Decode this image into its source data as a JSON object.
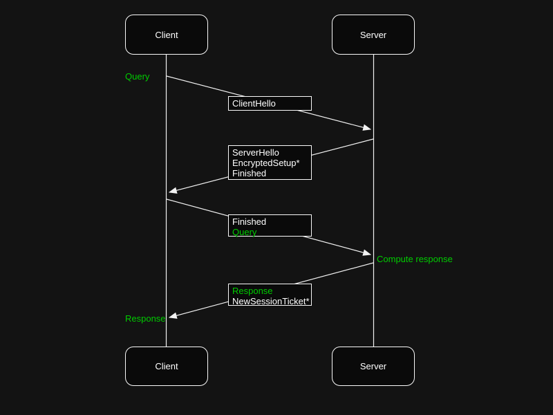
{
  "diagram": {
    "type": "sequence-diagram",
    "colors": {
      "background": "#131313",
      "node_fill": "#0a0a0a",
      "stroke": "#fafafa",
      "text": "#ffffff",
      "accent_green": "#00cc00"
    },
    "actors": [
      {
        "label": "Client"
      },
      {
        "label": "Server"
      }
    ],
    "messages": [
      {
        "from": "Client",
        "to": "Server",
        "lines": [
          {
            "text": "ClientHello",
            "color": "#ffffff"
          }
        ]
      },
      {
        "from": "Server",
        "to": "Client",
        "lines": [
          {
            "text": "ServerHello",
            "color": "#ffffff"
          },
          {
            "text": "EncryptedSetup*",
            "color": "#ffffff"
          },
          {
            "text": "Finished",
            "color": "#ffffff"
          }
        ]
      },
      {
        "from": "Client",
        "to": "Server",
        "lines": [
          {
            "text": "Finished",
            "color": "#ffffff"
          },
          {
            "text": "Query",
            "color": "#00cc00"
          }
        ]
      },
      {
        "from": "Server",
        "to": "Client",
        "lines": [
          {
            "text": "Response",
            "color": "#00cc00"
          },
          {
            "text": "NewSessionTicket*",
            "color": "#ffffff"
          }
        ]
      }
    ],
    "annotations": [
      {
        "text": "Query",
        "color": "#00cc00",
        "side": "client"
      },
      {
        "text": "Compute response",
        "color": "#00cc00",
        "side": "server"
      },
      {
        "text": "Response",
        "color": "#00cc00",
        "side": "client"
      }
    ]
  }
}
